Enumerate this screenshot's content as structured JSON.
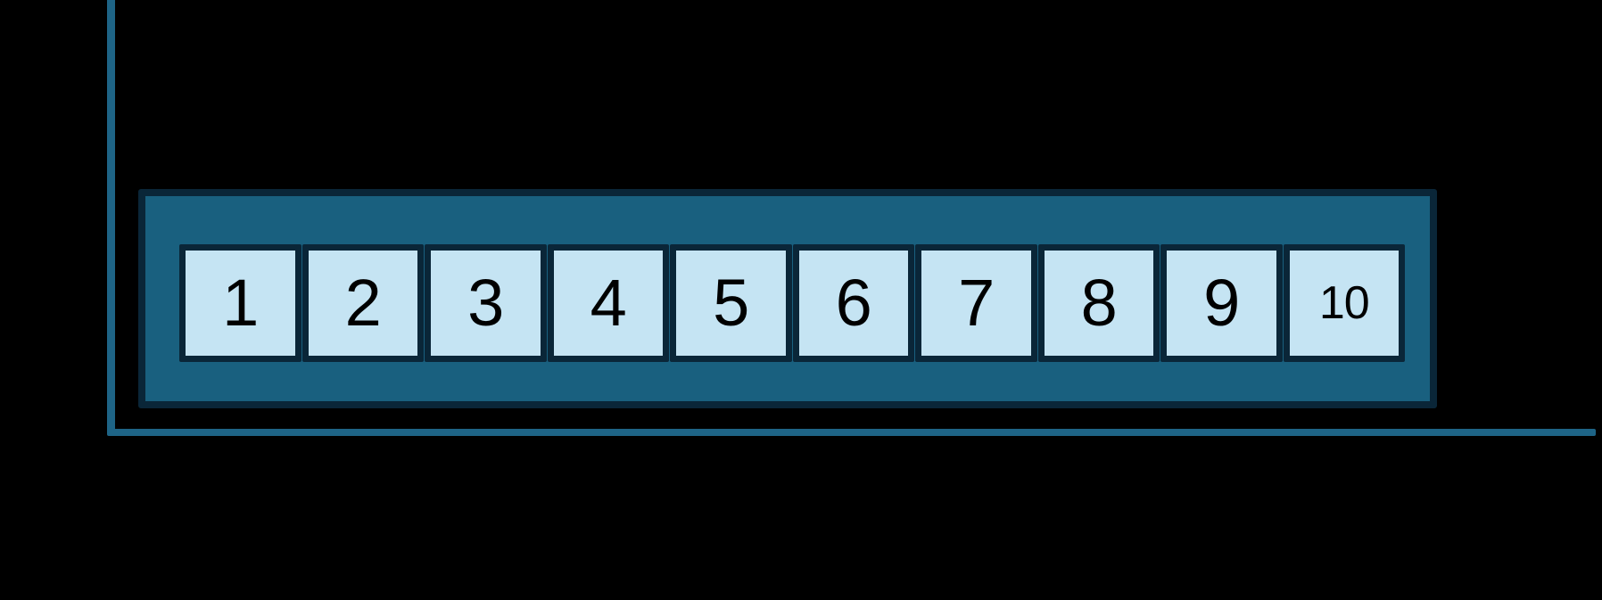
{
  "colors": {
    "background": "#000000",
    "axis": "#1E6486",
    "frame_fill": "#19607F",
    "frame_border": "#0A2638",
    "cell_fill": "#C5E4F3",
    "cell_text": "#000000"
  },
  "array": {
    "cells": [
      {
        "label": "1"
      },
      {
        "label": "2"
      },
      {
        "label": "3"
      },
      {
        "label": "4"
      },
      {
        "label": "5"
      },
      {
        "label": "6"
      },
      {
        "label": "7"
      },
      {
        "label": "8"
      },
      {
        "label": "9"
      },
      {
        "label": "10"
      }
    ]
  }
}
